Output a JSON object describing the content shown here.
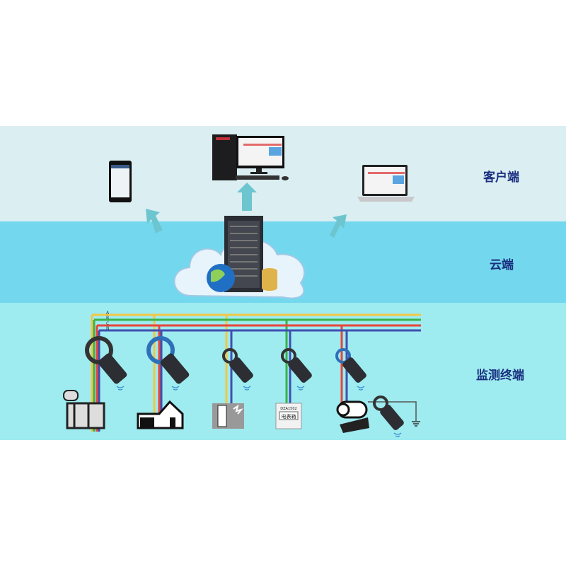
{
  "layers": {
    "client": {
      "label": "客户端"
    },
    "cloud": {
      "label": "云端"
    },
    "terminal": {
      "label": "监测终端"
    }
  },
  "wires": {
    "labels": [
      "A",
      "B",
      "C",
      "N"
    ]
  },
  "meter_box": {
    "code": "DZA1502",
    "label": "电表箱"
  },
  "colors": {
    "client_band": "#dbeef2",
    "cloud_band": "#73d8ee",
    "terminal_band": "#9eebf0",
    "label_text": "#1a2f80",
    "wire_a": "#f2c744",
    "wire_b": "#3bb34a",
    "wire_c": "#e8453c",
    "wire_n": "#3f4fb0",
    "arrow": "#6cc5cf"
  }
}
